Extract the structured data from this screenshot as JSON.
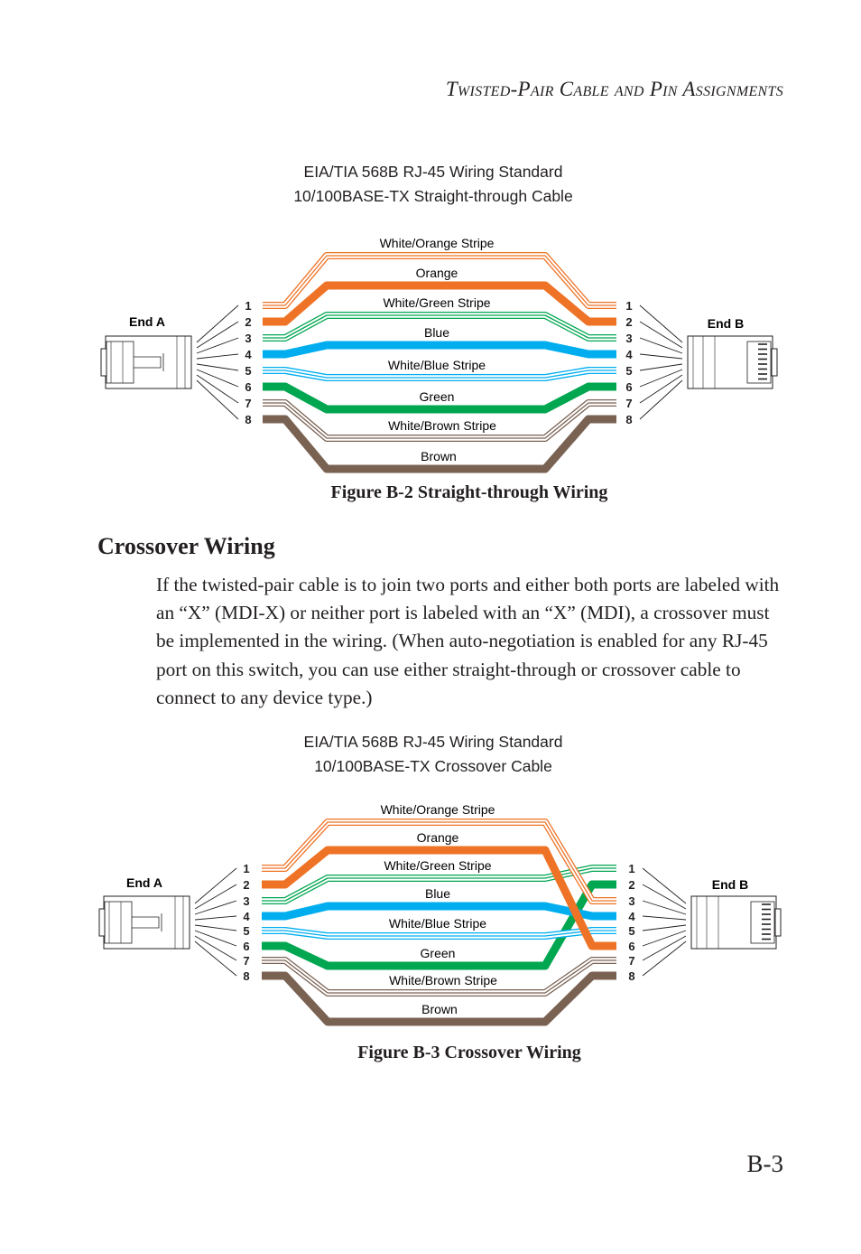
{
  "header": {
    "t1": "T",
    "t2": "wisted",
    "t3": "-P",
    "t4": "air",
    "t5": " C",
    "t6": "able and",
    "t7": " P",
    "t8": "in",
    "t9": " A",
    "t10": "ssignments"
  },
  "figure1": {
    "title_line1": "EIA/TIA 568B RJ-45 Wiring Standard",
    "title_line2": "10/100BASE-TX Straight-through Cable",
    "end_a": "End A",
    "end_b": "End B",
    "pins": [
      "1",
      "2",
      "3",
      "4",
      "5",
      "6",
      "7",
      "8"
    ],
    "wire_labels": [
      "White/Orange Stripe",
      "Orange",
      "White/Green Stripe",
      "Blue",
      "White/Blue Stripe",
      "Green",
      "White/Brown Stripe",
      "Brown"
    ],
    "caption": "Figure B-2  Straight-through Wiring"
  },
  "section": {
    "heading": "Crossover Wiring",
    "paragraph": "If the twisted-pair cable is to join two ports and either both ports are labeled with an “X” (MDI-X) or neither port is labeled with an “X” (MDI), a crossover must be implemented in the wiring. (When auto-negotiation is enabled for any RJ-45 port on this switch, you can use either straight-through or crossover cable to connect to any device type.)"
  },
  "figure2": {
    "title_line1": "EIA/TIA 568B RJ-45 Wiring Standard",
    "title_line2": "10/100BASE-TX Crossover Cable",
    "end_a": "End A",
    "end_b": "End B",
    "pins": [
      "1",
      "2",
      "3",
      "4",
      "5",
      "6",
      "7",
      "8"
    ],
    "wire_labels": [
      "White/Orange Stripe",
      "Orange",
      "White/Green Stripe",
      "Blue",
      "White/Blue Stripe",
      "Green",
      "White/Brown Stripe",
      "Brown"
    ],
    "caption": "Figure B-3  Crossover Wiring"
  },
  "colors": {
    "orange": "#ee7326",
    "green": "#00a650",
    "blue": "#00aeef",
    "brown": "#7a6253",
    "text": "#231f20"
  },
  "page_number": "B-3"
}
